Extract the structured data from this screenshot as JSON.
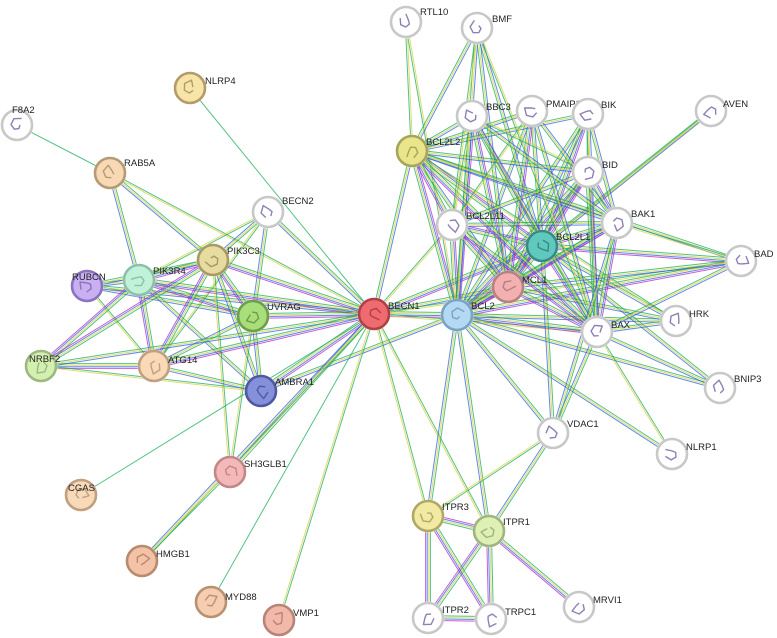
{
  "nodes": [
    {
      "id": "F8A2",
      "label": "F8A2",
      "color": "#ffffff",
      "ring": "#c8c8c8"
    },
    {
      "id": "NLRP4",
      "label": "NLRP4",
      "color": "#f5e6a8",
      "ring": "#b59a6a"
    },
    {
      "id": "RAB5A",
      "label": "RAB5A",
      "color": "#f8d9b4",
      "ring": "#b59a78"
    },
    {
      "id": "BECN2",
      "label": "BECN2",
      "color": "#ffffff",
      "ring": "#c8c8c8"
    },
    {
      "id": "RUBCN",
      "label": "RUBCN",
      "color": "#c9b0f2",
      "ring": "#8b73c0"
    },
    {
      "id": "PIK3R4",
      "label": "PIK3R4",
      "color": "#bff2d8",
      "ring": "#8ec0a8"
    },
    {
      "id": "PIK3C3",
      "label": "PIK3C3",
      "color": "#e7dca0",
      "ring": "#a89a62"
    },
    {
      "id": "UVRAG",
      "label": "UVRAG",
      "color": "#a8df7a",
      "ring": "#6e9e4a"
    },
    {
      "id": "NRBF2",
      "label": "NRBF2",
      "color": "#d4efb2",
      "ring": "#9cba80"
    },
    {
      "id": "ATG14",
      "label": "ATG14",
      "color": "#f9d9b8",
      "ring": "#c0a080"
    },
    {
      "id": "AMBRA1",
      "label": "AMBRA1",
      "color": "#8490d9",
      "ring": "#4e5aa0"
    },
    {
      "id": "BECN1",
      "label": "BECN1",
      "color": "#f06b70",
      "ring": "#b04048"
    },
    {
      "id": "SH3GLB1",
      "label": "SH3GLB1",
      "color": "#f5b8b8",
      "ring": "#c08888"
    },
    {
      "id": "CGAS",
      "label": "CGAS",
      "color": "#f8d9b8",
      "ring": "#c0a080"
    },
    {
      "id": "HMGB1",
      "label": "HMGB1",
      "color": "#f4c2a6",
      "ring": "#b88a6e"
    },
    {
      "id": "MYD88",
      "label": "MYD88",
      "color": "#f6cdb0",
      "ring": "#b89270"
    },
    {
      "id": "VMP1",
      "label": "VMP1",
      "color": "#f2b8aa",
      "ring": "#b88478"
    },
    {
      "id": "RTL10",
      "label": "RTL10",
      "color": "#ffffff",
      "ring": "#c8c8c8"
    },
    {
      "id": "BMF",
      "label": "BMF",
      "color": "#ffffff",
      "ring": "#c8c8c8"
    },
    {
      "id": "BBC3",
      "label": "BBC3",
      "color": "#ffffff",
      "ring": "#c8c8c8"
    },
    {
      "id": "PMAIP1",
      "label": "PMAIP1",
      "color": "#ffffff",
      "ring": "#c8c8c8"
    },
    {
      "id": "BIK",
      "label": "BIK",
      "color": "#ffffff",
      "ring": "#c8c8c8"
    },
    {
      "id": "AVEN",
      "label": "AVEN",
      "color": "#ffffff",
      "ring": "#c8c8c8"
    },
    {
      "id": "BCL2L2",
      "label": "BCL2L2",
      "color": "#e9e58c",
      "ring": "#a8a458"
    },
    {
      "id": "BID",
      "label": "BID",
      "color": "#ffffff",
      "ring": "#c8c8c8"
    },
    {
      "id": "BAK1",
      "label": "BAK1",
      "color": "#ffffff",
      "ring": "#c8c8c8"
    },
    {
      "id": "BCL2L11",
      "label": "BCL2L11",
      "color": "#ffffff",
      "ring": "#c8c8c8"
    },
    {
      "id": "BCL2L1",
      "label": "BCL2L1",
      "color": "#5fc9c0",
      "ring": "#3a8a84"
    },
    {
      "id": "BAD",
      "label": "BAD",
      "color": "#ffffff",
      "ring": "#c8c8c8"
    },
    {
      "id": "MCL1",
      "label": "MCL1",
      "color": "#f3b0b0",
      "ring": "#b88080"
    },
    {
      "id": "BCL2",
      "label": "BCL2",
      "color": "#b4d9f5",
      "ring": "#7aa2c2"
    },
    {
      "id": "BAX",
      "label": "BAX",
      "color": "#ffffff",
      "ring": "#c8c8c8"
    },
    {
      "id": "HRK",
      "label": "HRK",
      "color": "#ffffff",
      "ring": "#c8c8c8"
    },
    {
      "id": "BNIP3",
      "label": "BNIP3",
      "color": "#ffffff",
      "ring": "#c8c8c8"
    },
    {
      "id": "VDAC1",
      "label": "VDAC1",
      "color": "#ffffff",
      "ring": "#c8c8c8"
    },
    {
      "id": "NLRP1",
      "label": "NLRP1",
      "color": "#ffffff",
      "ring": "#c8c8c8"
    },
    {
      "id": "ITPR3",
      "label": "ITPR3",
      "color": "#f2eaa2",
      "ring": "#b0a868"
    },
    {
      "id": "ITPR1",
      "label": "ITPR1",
      "color": "#def0b4",
      "ring": "#a0b480"
    },
    {
      "id": "MRVI1",
      "label": "MRVI1",
      "color": "#ffffff",
      "ring": "#c8c8c8"
    },
    {
      "id": "ITPR2",
      "label": "ITPR2",
      "color": "#ffffff",
      "ring": "#c8c8c8"
    },
    {
      "id": "TRPC1",
      "label": "TRPC1",
      "color": "#ffffff",
      "ring": "#c8c8c8"
    }
  ],
  "edges": [
    [
      "F8A2",
      "RAB5A",
      1
    ],
    [
      "NLRP4",
      "BECN1",
      1
    ],
    [
      "RAB5A",
      "PIK3R4",
      3
    ],
    [
      "RAB5A",
      "PIK3C3",
      3
    ],
    [
      "RAB5A",
      "BECN1",
      2
    ],
    [
      "BECN2",
      "PIK3C3",
      3
    ],
    [
      "BECN2",
      "BECN1",
      3
    ],
    [
      "BECN2",
      "UVRAG",
      3
    ],
    [
      "BECN2",
      "ATG14",
      2
    ],
    [
      "BECN2",
      "PIK3R4",
      2
    ],
    [
      "RUBCN",
      "PIK3R4",
      3
    ],
    [
      "RUBCN",
      "PIK3C3",
      3
    ],
    [
      "RUBCN",
      "UVRAG",
      3
    ],
    [
      "RUBCN",
      "BECN1",
      3
    ],
    [
      "RUBCN",
      "ATG14",
      2
    ],
    [
      "PIK3R4",
      "PIK3C3",
      4
    ],
    [
      "PIK3R4",
      "UVRAG",
      4
    ],
    [
      "PIK3R4",
      "BECN1",
      4
    ],
    [
      "PIK3R4",
      "ATG14",
      4
    ],
    [
      "PIK3R4",
      "NRBF2",
      4
    ],
    [
      "PIK3R4",
      "AMBRA1",
      3
    ],
    [
      "PIK3C3",
      "UVRAG",
      4
    ],
    [
      "PIK3C3",
      "BECN1",
      4
    ],
    [
      "PIK3C3",
      "ATG14",
      4
    ],
    [
      "PIK3C3",
      "NRBF2",
      4
    ],
    [
      "PIK3C3",
      "AMBRA1",
      3
    ],
    [
      "PIK3C3",
      "SH3GLB1",
      2
    ],
    [
      "UVRAG",
      "BECN1",
      4
    ],
    [
      "UVRAG",
      "ATG14",
      3
    ],
    [
      "UVRAG",
      "AMBRA1",
      3
    ],
    [
      "UVRAG",
      "SH3GLB1",
      2
    ],
    [
      "NRBF2",
      "ATG14",
      4
    ],
    [
      "NRBF2",
      "BECN1",
      3
    ],
    [
      "NRBF2",
      "AMBRA1",
      2
    ],
    [
      "ATG14",
      "BECN1",
      4
    ],
    [
      "ATG14",
      "AMBRA1",
      3
    ],
    [
      "AMBRA1",
      "BECN1",
      4
    ],
    [
      "AMBRA1",
      "BCL2",
      3
    ],
    [
      "BECN1",
      "SH3GLB1",
      3
    ],
    [
      "BECN1",
      "CGAS",
      1
    ],
    [
      "BECN1",
      "HMGB1",
      3
    ],
    [
      "BECN1",
      "MYD88",
      1
    ],
    [
      "BECN1",
      "VMP1",
      2
    ],
    [
      "BECN1",
      "BCL2",
      4
    ],
    [
      "BECN1",
      "BCL2L1",
      4
    ],
    [
      "BECN1",
      "MCL1",
      3
    ],
    [
      "BECN1",
      "BCL2L2",
      3
    ],
    [
      "BECN1",
      "BCL2L11",
      2
    ],
    [
      "BECN1",
      "BAX",
      2
    ],
    [
      "BECN1",
      "ITPR1",
      2
    ],
    [
      "BECN1",
      "ITPR3",
      2
    ],
    [
      "BECN1",
      "BAD",
      2
    ],
    [
      "SH3GLB1",
      "HMGB1",
      2
    ],
    [
      "BCL2",
      "BCL2L1",
      4
    ],
    [
      "BCL2",
      "MCL1",
      4
    ],
    [
      "BCL2",
      "BAX",
      4
    ],
    [
      "BCL2",
      "BAK1",
      4
    ],
    [
      "BCL2",
      "BID",
      4
    ],
    [
      "BCL2",
      "BAD",
      4
    ],
    [
      "BCL2",
      "BCL2L11",
      4
    ],
    [
      "BCL2",
      "BBC3",
      4
    ],
    [
      "BCL2",
      "PMAIP1",
      3
    ],
    [
      "BCL2",
      "BIK",
      3
    ],
    [
      "BCL2",
      "BMF",
      3
    ],
    [
      "BCL2",
      "HRK",
      3
    ],
    [
      "BCL2",
      "BNIP3",
      3
    ],
    [
      "BCL2",
      "VDAC1",
      3
    ],
    [
      "BCL2",
      "NLRP1",
      3
    ],
    [
      "BCL2",
      "ITPR1",
      3
    ],
    [
      "BCL2",
      "ITPR3",
      3
    ],
    [
      "BCL2",
      "BCL2L2",
      4
    ],
    [
      "BCL2",
      "AVEN",
      2
    ],
    [
      "BCL2",
      "RTL10",
      2
    ],
    [
      "BCL2L1",
      "MCL1",
      4
    ],
    [
      "BCL2L1",
      "BAX",
      4
    ],
    [
      "BCL2L1",
      "BAK1",
      4
    ],
    [
      "BCL2L1",
      "BID",
      4
    ],
    [
      "BCL2L1",
      "BAD",
      4
    ],
    [
      "BCL2L1",
      "BCL2L11",
      4
    ],
    [
      "BCL2L1",
      "BBC3",
      4
    ],
    [
      "BCL2L1",
      "PMAIP1",
      3
    ],
    [
      "BCL2L1",
      "BIK",
      4
    ],
    [
      "BCL2L1",
      "BMF",
      3
    ],
    [
      "BCL2L1",
      "HRK",
      3
    ],
    [
      "BCL2L1",
      "BNIP3",
      3
    ],
    [
      "BCL2L1",
      "VDAC1",
      3
    ],
    [
      "BCL2L1",
      "AVEN",
      3
    ],
    [
      "BCL2L1",
      "BCL2L2",
      4
    ],
    [
      "MCL1",
      "BAX",
      4
    ],
    [
      "MCL1",
      "BAK1",
      4
    ],
    [
      "MCL1",
      "BID",
      4
    ],
    [
      "MCL1",
      "BCL2L11",
      4
    ],
    [
      "MCL1",
      "BBC3",
      4
    ],
    [
      "MCL1",
      "PMAIP1",
      4
    ],
    [
      "MCL1",
      "BIK",
      3
    ],
    [
      "MCL1",
      "BMF",
      3
    ],
    [
      "MCL1",
      "HRK",
      3
    ],
    [
      "MCL1",
      "BCL2L2",
      3
    ],
    [
      "MCL1",
      "BAD",
      3
    ],
    [
      "BCL2L2",
      "BAX",
      4
    ],
    [
      "BCL2L2",
      "BAK1",
      3
    ],
    [
      "BCL2L2",
      "BID",
      3
    ],
    [
      "BCL2L2",
      "BAD",
      3
    ],
    [
      "BCL2L2",
      "BCL2L11",
      4
    ],
    [
      "BCL2L2",
      "BBC3",
      3
    ],
    [
      "BCL2L2",
      "PMAIP1",
      3
    ],
    [
      "BCL2L2",
      "BIK",
      3
    ],
    [
      "BCL2L2",
      "BMF",
      3
    ],
    [
      "BCL2L2",
      "RTL10",
      2
    ],
    [
      "BCL2L2",
      "HRK",
      2
    ],
    [
      "BCL2L11",
      "BAX",
      4
    ],
    [
      "BCL2L11",
      "BAK1",
      3
    ],
    [
      "BCL2L11",
      "BID",
      3
    ],
    [
      "BCL2L11",
      "BBC3",
      2
    ],
    [
      "BCL2L11",
      "PMAIP1",
      2
    ],
    [
      "BCL2L11",
      "BMF",
      2
    ],
    [
      "BAX",
      "BAK1",
      4
    ],
    [
      "BAX",
      "BID",
      4
    ],
    [
      "BAX",
      "BAD",
      3
    ],
    [
      "BAX",
      "BBC3",
      3
    ],
    [
      "BAX",
      "PMAIP1",
      3
    ],
    [
      "BAX",
      "BIK",
      3
    ],
    [
      "BAX",
      "HRK",
      3
    ],
    [
      "BAX",
      "BNIP3",
      3
    ],
    [
      "BAX",
      "VDAC1",
      3
    ],
    [
      "BAX",
      "NLRP1",
      2
    ],
    [
      "BAX",
      "BMF",
      2
    ],
    [
      "BAK1",
      "BID",
      4
    ],
    [
      "BAK1",
      "BBC3",
      3
    ],
    [
      "BAK1",
      "PMAIP1",
      3
    ],
    [
      "BAK1",
      "BIK",
      3
    ],
    [
      "BAK1",
      "VDAC1",
      3
    ],
    [
      "BAK1",
      "BAD",
      2
    ],
    [
      "BID",
      "BBC3",
      2
    ],
    [
      "BID",
      "BIK",
      2
    ],
    [
      "VDAC1",
      "ITPR1",
      3
    ],
    [
      "VDAC1",
      "ITPR3",
      2
    ],
    [
      "ITPR1",
      "ITPR3",
      4
    ],
    [
      "ITPR1",
      "ITPR2",
      4
    ],
    [
      "ITPR1",
      "TRPC1",
      4
    ],
    [
      "ITPR1",
      "MRVI1",
      4
    ],
    [
      "ITPR3",
      "ITPR2",
      4
    ],
    [
      "ITPR3",
      "TRPC1",
      4
    ],
    [
      "ITPR2",
      "TRPC1",
      4
    ]
  ],
  "palette": [
    "#1aae5a",
    "#d6d23c",
    "#2d60e8",
    "#b32ac4"
  ]
}
